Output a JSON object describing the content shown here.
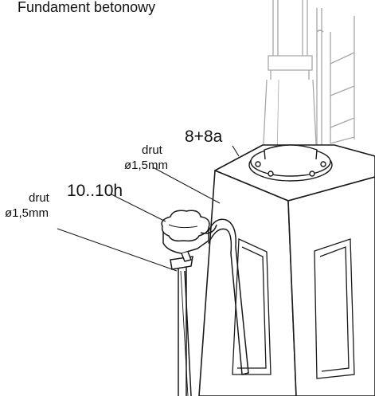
{
  "title": "Fundament betonowy",
  "labels": {
    "foundation_part": "8+8a",
    "cap_part": "10..10h",
    "wire_word_upper": "drut",
    "wire_size_upper": "ø1,5mm",
    "wire_word_lower": "drut",
    "wire_size_lower": "ø1,5mm"
  },
  "colors": {
    "line": "#1a1a1a",
    "faint_line": "#9a9a9a",
    "background": "#ffffff"
  }
}
